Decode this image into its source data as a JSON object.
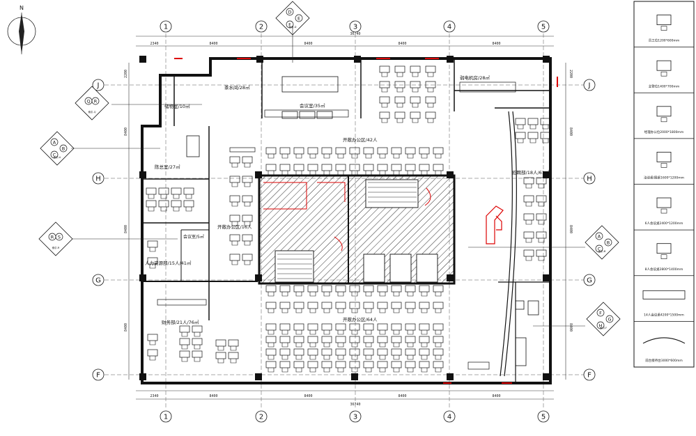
{
  "north": {
    "label": "N"
  },
  "axes": {
    "columns": [
      "1",
      "2",
      "3",
      "4",
      "5"
    ],
    "rows": [
      "J",
      "H",
      "G",
      "F"
    ]
  },
  "dims": {
    "top_segments": [
      "2340",
      "8400",
      "8400",
      "8400",
      "8400"
    ],
    "top_total": "36740",
    "bottom_segments": [
      "2340",
      "8400",
      "8400",
      "8400",
      "8400"
    ],
    "bottom_total": "36740",
    "left_segments": [
      "2200",
      "8400",
      "8400",
      "8400"
    ],
    "right_segments": [
      "2200",
      "8400",
      "8400",
      "8400"
    ]
  },
  "rooms": {
    "tea_room": "茶水间/28㎡",
    "meeting_35": "会议室/35㎡",
    "weak_room": "弱电机房/28㎡",
    "storage": "储物室/10㎡",
    "president": "陈总室/27㎡",
    "open_office_42": "开敞办公区/42人",
    "open_office_16": "开敞办公区/16人",
    "open_office_64": "开敞办公区/64人",
    "recruit": "招聘部/18人/61㎡",
    "meeting_small": "会议室/5㎡",
    "hr": "人力资源部/15人/41㎡",
    "finance": "财务部/21人/76㎡"
  },
  "callouts": [
    {
      "letters": [
        "Q",
        "R"
      ],
      "caption": "索引-Q"
    },
    {
      "letters": [
        "A",
        "B",
        "C"
      ],
      "caption": "索引-A"
    },
    {
      "letters": [
        "R",
        "S"
      ],
      "caption": "索引-R"
    },
    {
      "letters": [
        "A",
        "B",
        "C"
      ],
      "caption": "索引-B"
    },
    {
      "letters": [
        "F",
        "G",
        "H"
      ],
      "caption": "索引-F"
    },
    {
      "letters": [
        "D",
        "E",
        "F"
      ],
      "caption": "索引-D"
    }
  ],
  "legend": [
    {
      "caption": "员工位1200*600mm"
    },
    {
      "caption": "主管位1400*700mm"
    },
    {
      "caption": "经理办公位2000*1800mm"
    },
    {
      "caption": "洽谈桌/圆桌1600*1200mm"
    },
    {
      "caption": "6人会议桌2400*1200mm"
    },
    {
      "caption": "8人会议桌2800*1400mm"
    },
    {
      "caption": "14人会议桌4200*1500mm"
    },
    {
      "caption": "前台接待台3000*600mm"
    }
  ]
}
